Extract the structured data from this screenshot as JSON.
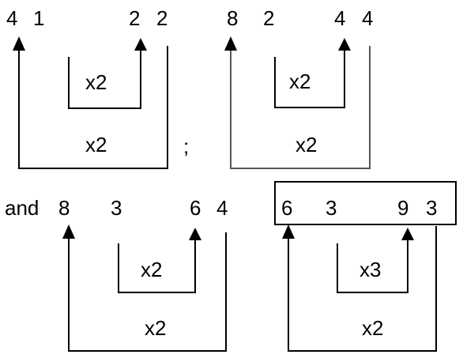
{
  "colors": {
    "ink": "#000000",
    "background": "#ffffff"
  },
  "diagrams": [
    {
      "prefix": "",
      "numbers": [
        "4",
        "1",
        "2",
        "2"
      ],
      "inner_label": "x2",
      "outer_label": "x2",
      "highlighted": false
    },
    {
      "prefix": "",
      "numbers": [
        "8",
        "2",
        "4",
        "4"
      ],
      "inner_label": "x2",
      "outer_label": "x2",
      "highlighted": false
    },
    {
      "prefix": "and",
      "numbers": [
        "8",
        "3",
        "6",
        "4"
      ],
      "inner_label": "x2",
      "outer_label": "x2",
      "highlighted": false
    },
    {
      "prefix": "",
      "numbers": [
        "6",
        "3",
        "9",
        "3"
      ],
      "inner_label": "x3",
      "outer_label": "x2",
      "highlighted": true
    }
  ],
  "separator": ";"
}
